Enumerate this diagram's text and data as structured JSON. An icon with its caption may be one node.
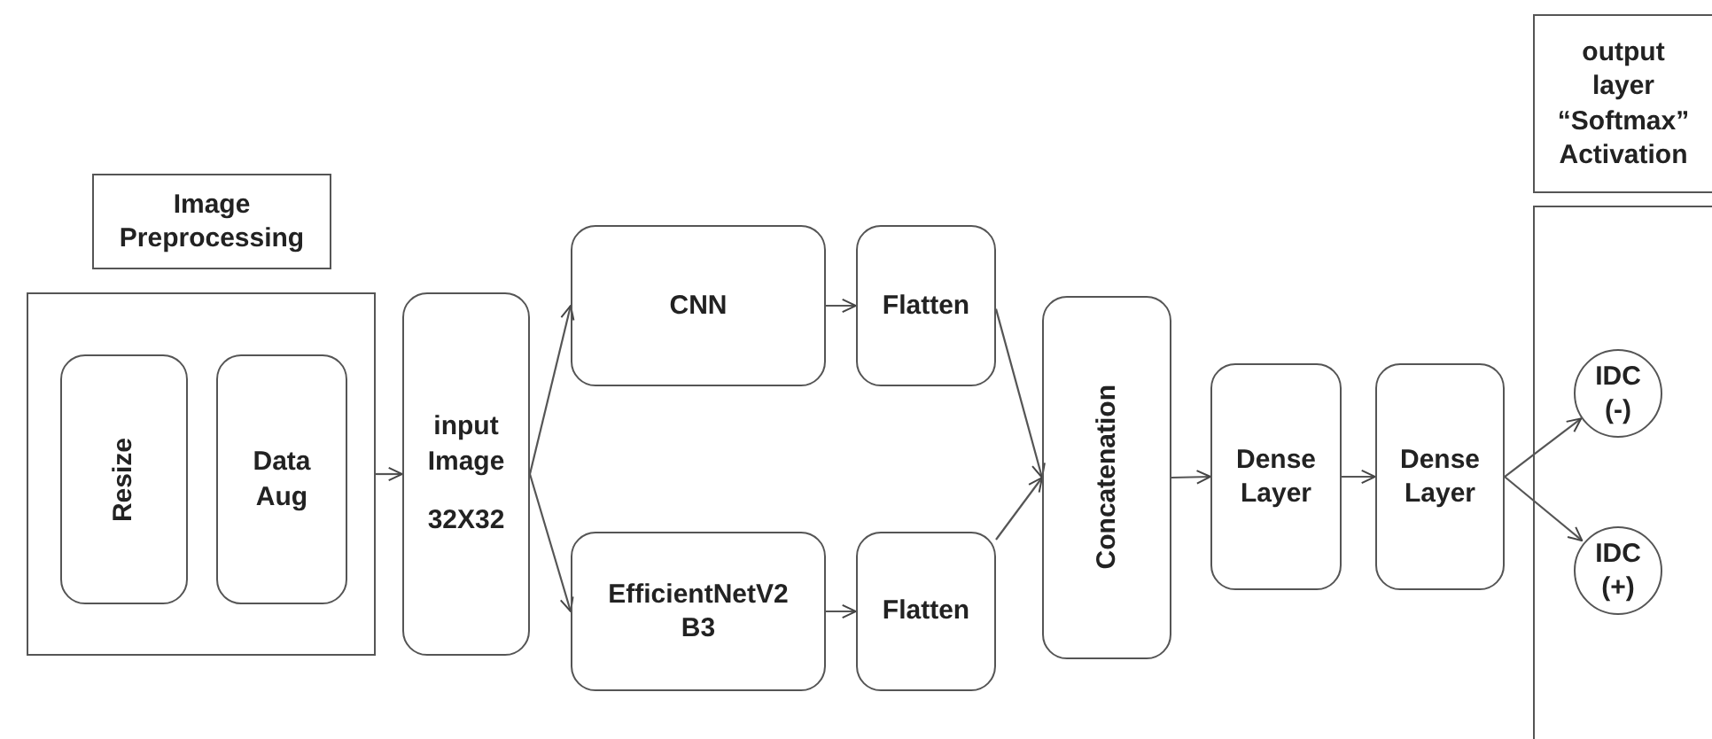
{
  "diagram": {
    "nodes": [
      {
        "text": [
          "Image Preprocessing"
        ]
      },
      {
        "text": [],
        "shape": "box"
      },
      {
        "text": [
          "Resize"
        ],
        "in": 1
      },
      {
        "text": [
          "Data Aug"
        ],
        "in": 1
      },
      {
        "text": [
          "input Image",
          "32X32"
        ]
      },
      {
        "text": [
          "CNN"
        ]
      },
      {
        "text": [
          "EfficientNetV2 B3"
        ]
      },
      {
        "text": [
          "Flatten"
        ]
      },
      {
        "text": [
          "Flatten"
        ]
      },
      {
        "text": [
          "Concatenation"
        ]
      },
      {
        "text": [
          "Dense Layer"
        ]
      },
      {
        "text": [
          "Dense Layer"
        ]
      },
      {
        "text": [
          "output layer “Softmax” Activation"
        ]
      },
      {
        "text": [],
        "shape": "box"
      },
      {
        "text": [
          "IDC (-)"
        ],
        "in": 13
      },
      {
        "text": [
          "IDC (+)"
        ],
        "in": 13
      }
    ],
    "edges": [
      {
        "from": 1,
        "to": 4,
        "arrow": "to"
      },
      {
        "from": 4,
        "to": 5,
        "arrow": "to"
      },
      {
        "from": 4,
        "to": 6,
        "arrow": "to"
      },
      {
        "from": 5,
        "to": 7,
        "arrow": "to"
      },
      {
        "from": 6,
        "to": 8,
        "arrow": "to"
      },
      {
        "from": 7,
        "to": 9,
        "arrow": "to"
      },
      {
        "from": 8,
        "to": 9,
        "arrow": "to"
      },
      {
        "from": 9,
        "to": 10,
        "arrow": "to"
      },
      {
        "from": 10,
        "to": 11,
        "arrow": "to"
      },
      {
        "from": 11,
        "to": 14,
        "arrow": "to"
      },
      {
        "from": 11,
        "to": 15,
        "arrow": "to"
      }
    ]
  }
}
